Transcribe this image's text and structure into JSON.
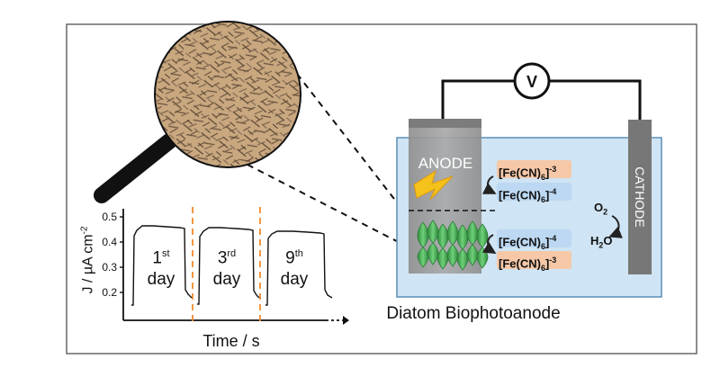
{
  "colors": {
    "frame": "#444444",
    "cell_fill": "#cfe4f4",
    "cell_border": "#5a8fb8",
    "anode": "#9a9a9a",
    "cathode": "#7a7a7a",
    "oxidized_label_bg": "#f6c8a8",
    "reduced_label_bg": "#bcd8f2",
    "diatom": "#4cb25a",
    "lightning": "#f4c21a",
    "day_divider": "#f08a2c",
    "micrograph": "#c9a77f"
  },
  "icons": [
    "magnifier-icon",
    "voltmeter-icon",
    "lightning-icon",
    "diatom-icon",
    "arrow-icon"
  ],
  "chart": {
    "ylabel": "J / µA cm",
    "ylabel_sup": "-2",
    "xlabel": "Time / s",
    "yticks": [
      "0.5",
      "0.4",
      "0.3",
      "0.2"
    ],
    "days": [
      {
        "num": "1",
        "sup": "st",
        "word": "day"
      },
      {
        "num": "3",
        "sup": "rd",
        "word": "day"
      },
      {
        "num": "9",
        "sup": "th",
        "word": "day"
      }
    ]
  },
  "cell": {
    "voltmeter": "V",
    "anode_label": "ANODE",
    "cathode_label": "CATHODE",
    "caption": "Diatom Biophotoanode",
    "upper_pair": {
      "top": {
        "base": "[Fe(CN)",
        "sub": "6",
        "close": "]",
        "sup": "-3"
      },
      "bottom": {
        "base": "[Fe(CN)",
        "sub": "6",
        "close": "]",
        "sup": "-4"
      }
    },
    "lower_pair": {
      "top": {
        "base": "[Fe(CN)",
        "sub": "6",
        "close": "]",
        "sup": "-4"
      },
      "bottom": {
        "base": "[Fe(CN)",
        "sub": "6",
        "close": "]",
        "sup": "-3"
      }
    },
    "o2": {
      "base": "O",
      "sub": "2"
    },
    "h2o": {
      "pre": "H",
      "sub": "2",
      "post": "O"
    }
  }
}
